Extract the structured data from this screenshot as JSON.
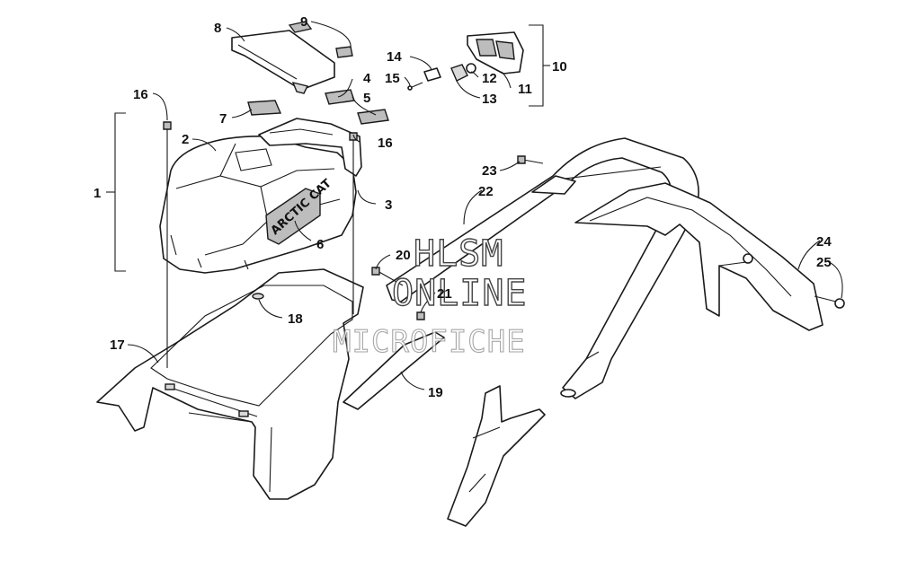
{
  "callouts": [
    {
      "id": "c1",
      "label": "1"
    },
    {
      "id": "c2",
      "label": "2"
    },
    {
      "id": "c3",
      "label": "3"
    },
    {
      "id": "c4",
      "label": "4"
    },
    {
      "id": "c5",
      "label": "5"
    },
    {
      "id": "c6",
      "label": "6"
    },
    {
      "id": "c7",
      "label": "7"
    },
    {
      "id": "c8",
      "label": "8"
    },
    {
      "id": "c9",
      "label": "9"
    },
    {
      "id": "c10",
      "label": "10"
    },
    {
      "id": "c11",
      "label": "11"
    },
    {
      "id": "c12",
      "label": "12"
    },
    {
      "id": "c13",
      "label": "13"
    },
    {
      "id": "c14",
      "label": "14"
    },
    {
      "id": "c15",
      "label": "15"
    },
    {
      "id": "c16a",
      "label": "16"
    },
    {
      "id": "c16b",
      "label": "16"
    },
    {
      "id": "c17",
      "label": "17"
    },
    {
      "id": "c18",
      "label": "18"
    },
    {
      "id": "c19",
      "label": "19"
    },
    {
      "id": "c20",
      "label": "20"
    },
    {
      "id": "c21",
      "label": "21"
    },
    {
      "id": "c22",
      "label": "22"
    },
    {
      "id": "c23",
      "label": "23"
    },
    {
      "id": "c24",
      "label": "24"
    },
    {
      "id": "c25",
      "label": "25"
    }
  ],
  "watermark": {
    "line1": "HLSM",
    "line2": "ONLINE",
    "line3": "MICROFICHE"
  },
  "decal": {
    "brand": "ARCTIC CAT"
  },
  "colors": {
    "line": "#1a1a1a",
    "shade": "#bdbdbd",
    "background": "#ffffff"
  }
}
